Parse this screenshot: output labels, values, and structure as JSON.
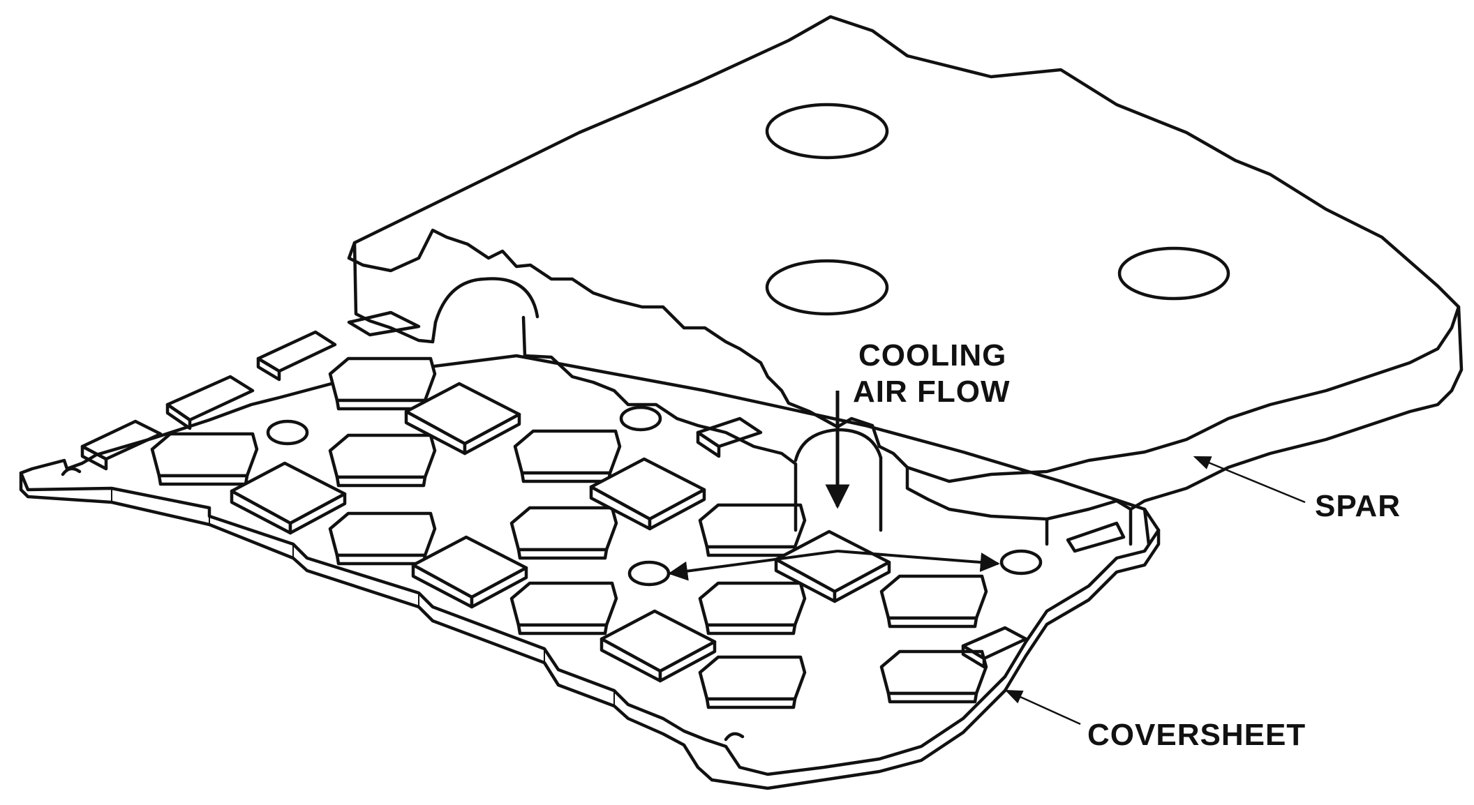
{
  "labels": {
    "cooling_line1": "COOLING",
    "cooling_line2": "AIR FLOW",
    "spar": "SPAR",
    "coversheet": "COVERSHEET"
  },
  "colors": {
    "ink": "#111111",
    "paper": "#ffffff"
  }
}
